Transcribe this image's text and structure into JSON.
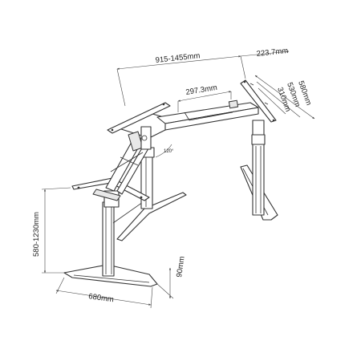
{
  "diagram": {
    "dimensions": {
      "span": "915-1455mm",
      "end_offset": "223.7mm",
      "beam_offset": "297.3mm",
      "bracket_depth_large": "580mm",
      "bracket_depth_mid": "530mm",
      "bracket_depth_small": "310mm",
      "height_range": "580-1230mm",
      "foot_length": "680mm",
      "foot_width": "90mm",
      "angle": "120°"
    },
    "colors": {
      "line": "#333333",
      "background": "#ffffff"
    }
  }
}
